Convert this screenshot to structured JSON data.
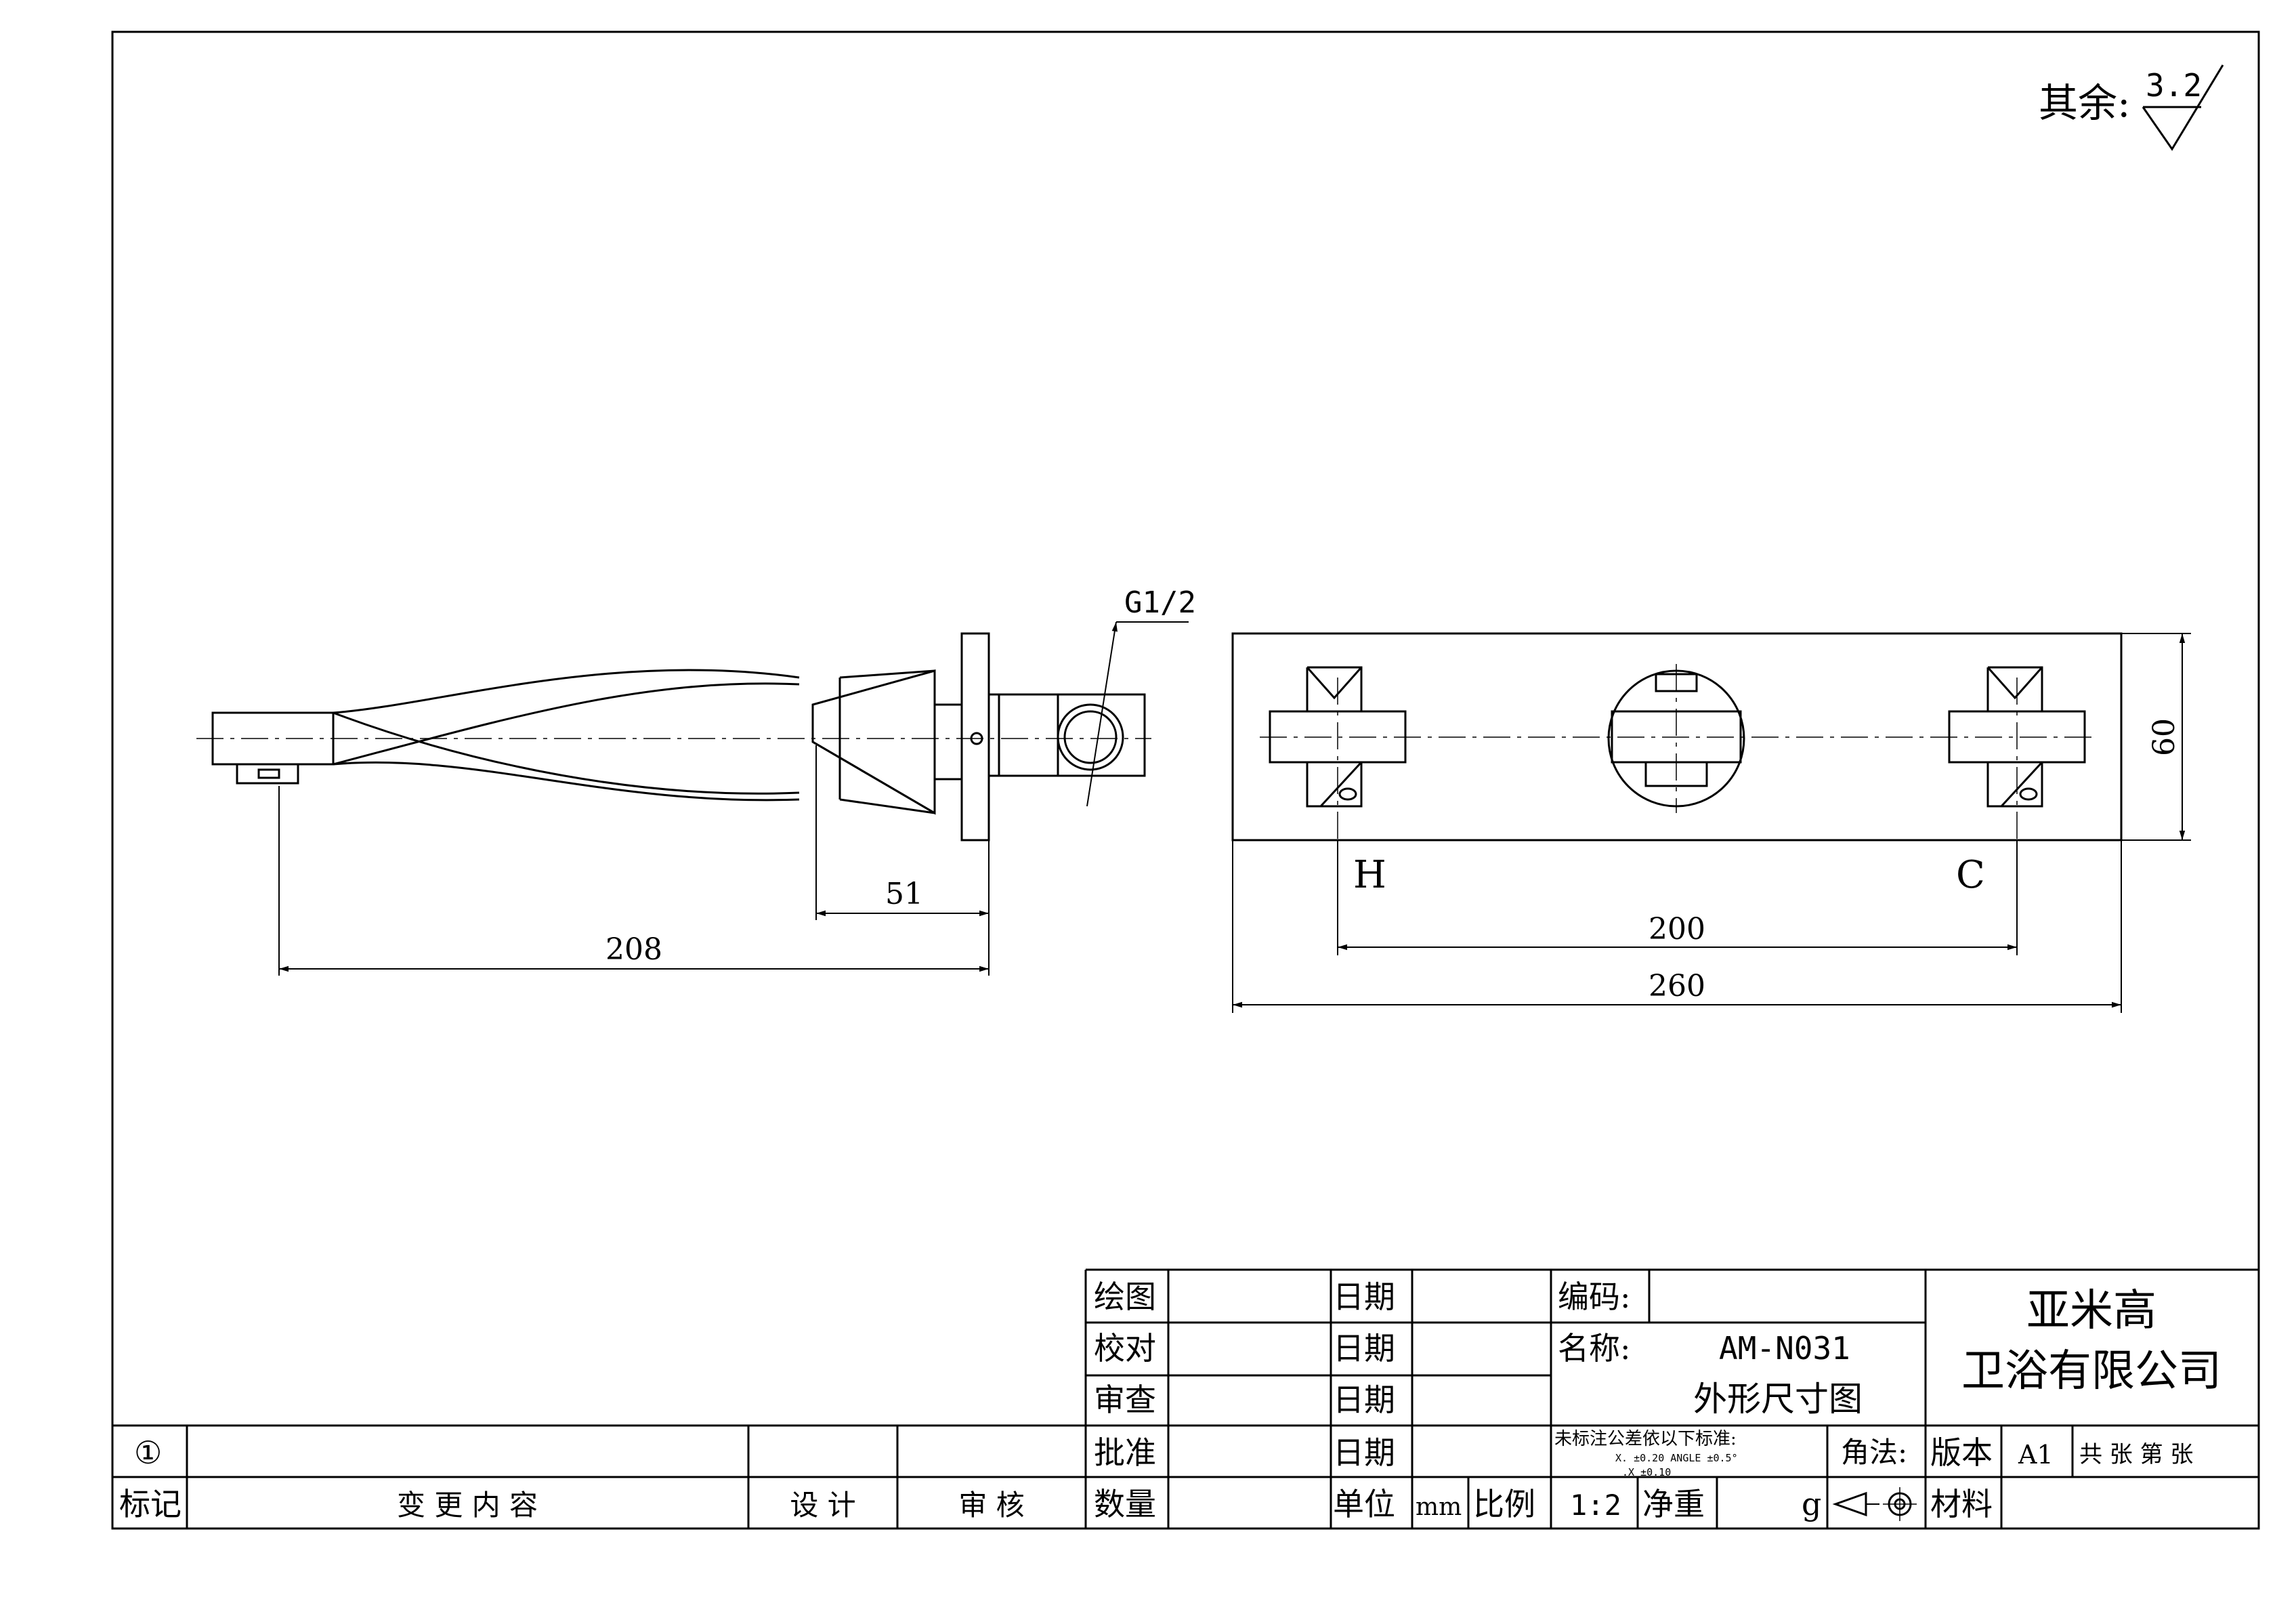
{
  "surface_finish": {
    "label": "其余:",
    "value": "3.2"
  },
  "side_view": {
    "thread_label": "G1/2",
    "dim_overall": "208",
    "dim_depth": "51"
  },
  "front_view": {
    "hot_label": "H",
    "cold_label": "C",
    "dim_center": "200",
    "dim_width": "260",
    "dim_height": "60"
  },
  "title_block": {
    "drawn": "绘图",
    "checked": "校对",
    "reviewed": "审查",
    "approved": "批准",
    "quantity": "数量",
    "date": "日期",
    "unit_label": "单位",
    "unit_value": "mm",
    "scale_label": "比例",
    "scale_value": "1:2",
    "weight_label": "净重",
    "weight_unit": "g",
    "code_label": "编码:",
    "name_label": "名称:",
    "part_no": "AM-N031",
    "drawing_title": "外形尺寸图",
    "company_line1": "亚米高",
    "company_line2": "卫浴有限公司",
    "tolerance_title": "未标注公差依以下标准:",
    "tolerance_line1": "X.     ±0.20  ANGLE  ±0.5°",
    "tolerance_line2": ".X     ±0.10",
    "projection_label": "角法:",
    "version_label": "版本",
    "version_value": "A1",
    "sheet_info": "共  张 第  张",
    "material_label": "材料",
    "revision_mark": "①",
    "rev_mark_header": "标记",
    "rev_content_header": "变 更 内 容",
    "rev_design_header": "设 计",
    "rev_review_header": "审 核"
  }
}
